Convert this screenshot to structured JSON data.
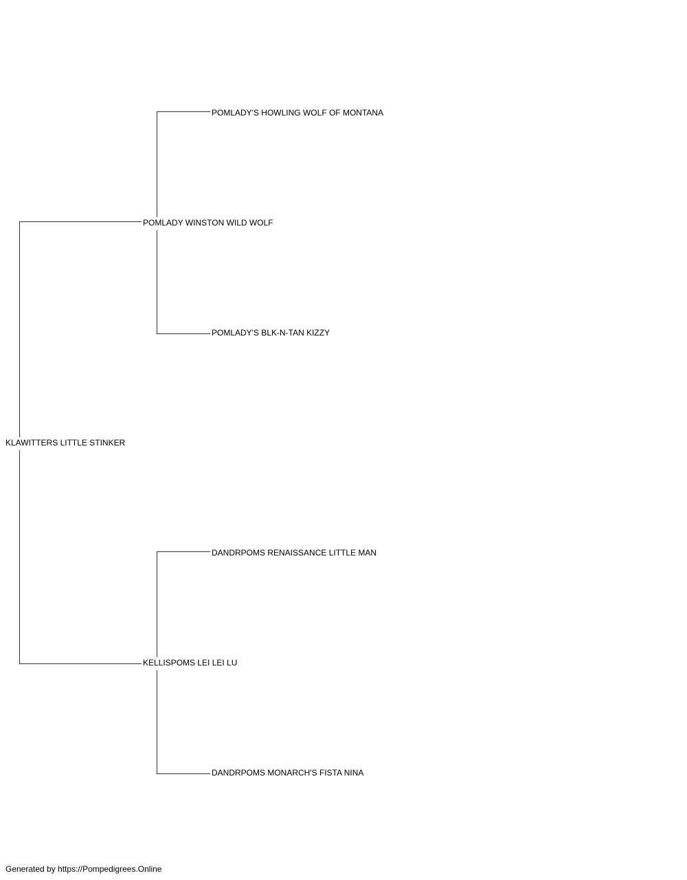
{
  "pedigree": {
    "subject": "KLAWITTERS LITTLE STINKER",
    "sire": {
      "name": "POMLADY WINSTON WILD WOLF",
      "sire": "POMLADY'S HOWLING WOLF OF MONTANA",
      "dam": "POMLADY'S BLK-N-TAN KIZZY"
    },
    "dam": {
      "name": "KELLISPOMS LEI LEI LU",
      "sire": "DANDRPOMS RENAISSANCE LITTLE MAN",
      "dam": "DANDRPOMS MONARCH'S FISTA NINA"
    }
  },
  "footer": {
    "text": "Generated by https://Pompedigrees.Online"
  }
}
